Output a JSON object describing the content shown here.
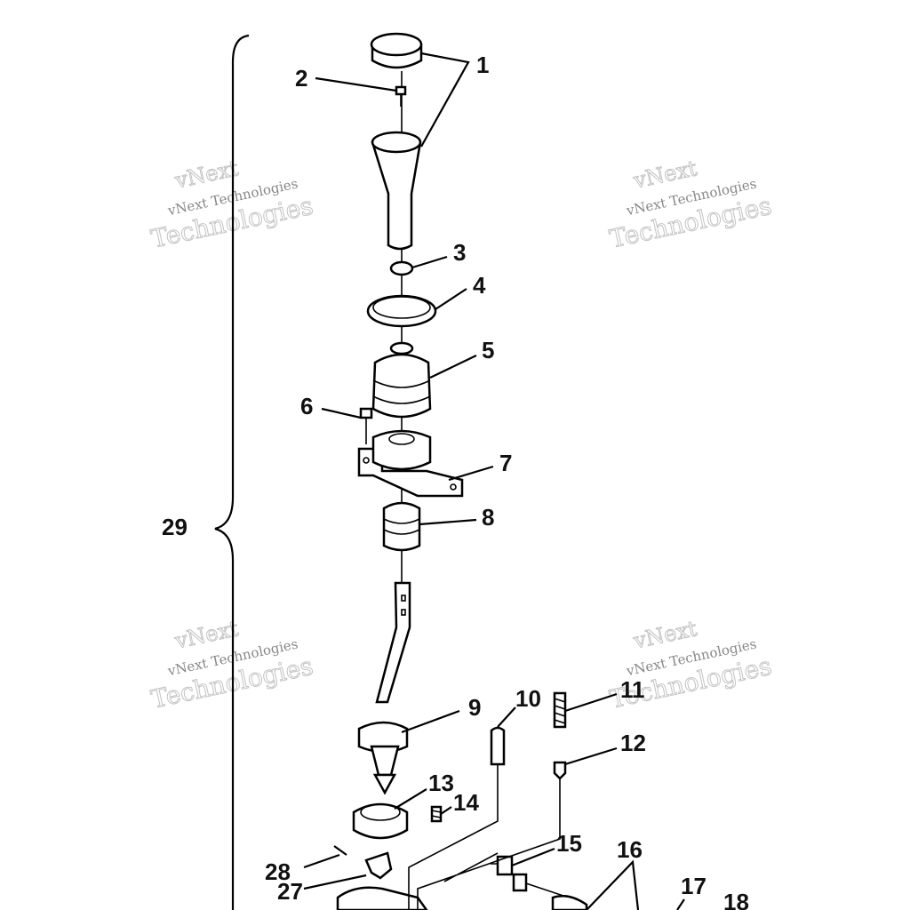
{
  "diagram": {
    "callouts": {
      "c1": "1",
      "c2": "2",
      "c3": "3",
      "c4": "4",
      "c5": "5",
      "c6": "6",
      "c7": "7",
      "c8": "8",
      "c9": "9",
      "c10": "10",
      "c11": "11",
      "c12": "12",
      "c13": "13",
      "c14": "14",
      "c15": "15",
      "c16": "16",
      "c17": "17",
      "c18": "18",
      "c27": "27",
      "c28": "28",
      "c29": "29"
    },
    "watermark": {
      "line1": "vNext",
      "line2": "vNext Technologies",
      "line3": "Technologies"
    }
  }
}
